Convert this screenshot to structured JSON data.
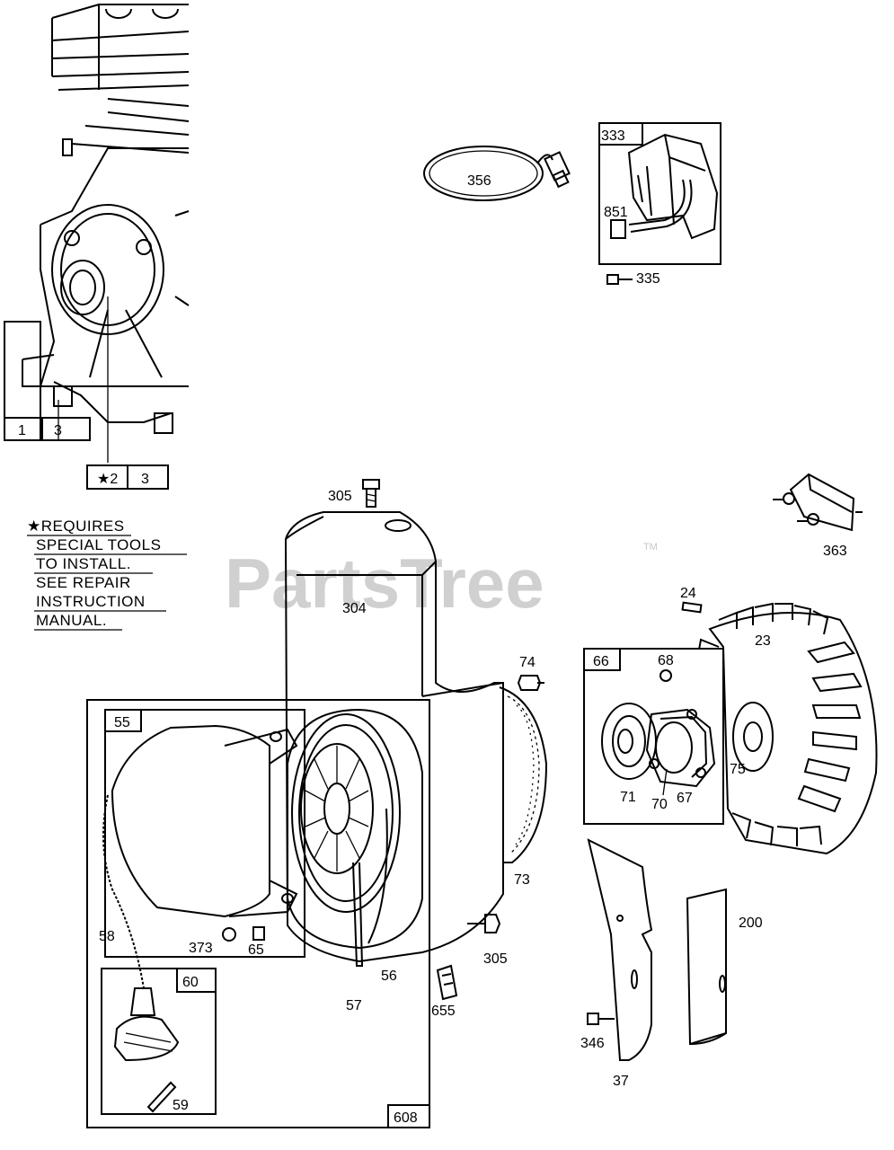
{
  "watermark": {
    "text": "PartsTree",
    "tm": "TM"
  },
  "note": {
    "lines": [
      "★REQUIRES",
      "SPECIAL TOOLS",
      "TO INSTALL.",
      "SEE REPAIR",
      "INSTRUCTION",
      "MANUAL."
    ]
  },
  "callouts": {
    "c1": "1",
    "c3a": "3",
    "c2": "★2",
    "c3b": "3",
    "c356": "356",
    "c333": "333",
    "c851": "851",
    "c335": "335",
    "c305a": "305",
    "c363": "363",
    "c304": "304",
    "c24": "24",
    "c74": "74",
    "c66": "66",
    "c68": "68",
    "c23": "23",
    "c75": "75",
    "c71": "71",
    "c70": "70",
    "c67": "67",
    "c55": "55",
    "c73": "73",
    "c200": "200",
    "c58": "58",
    "c373": "373",
    "c65": "65",
    "c305b": "305",
    "c57": "57",
    "c56": "56",
    "c655": "655",
    "c60": "60",
    "c346": "346",
    "c37": "37",
    "c59": "59",
    "c608": "608"
  }
}
